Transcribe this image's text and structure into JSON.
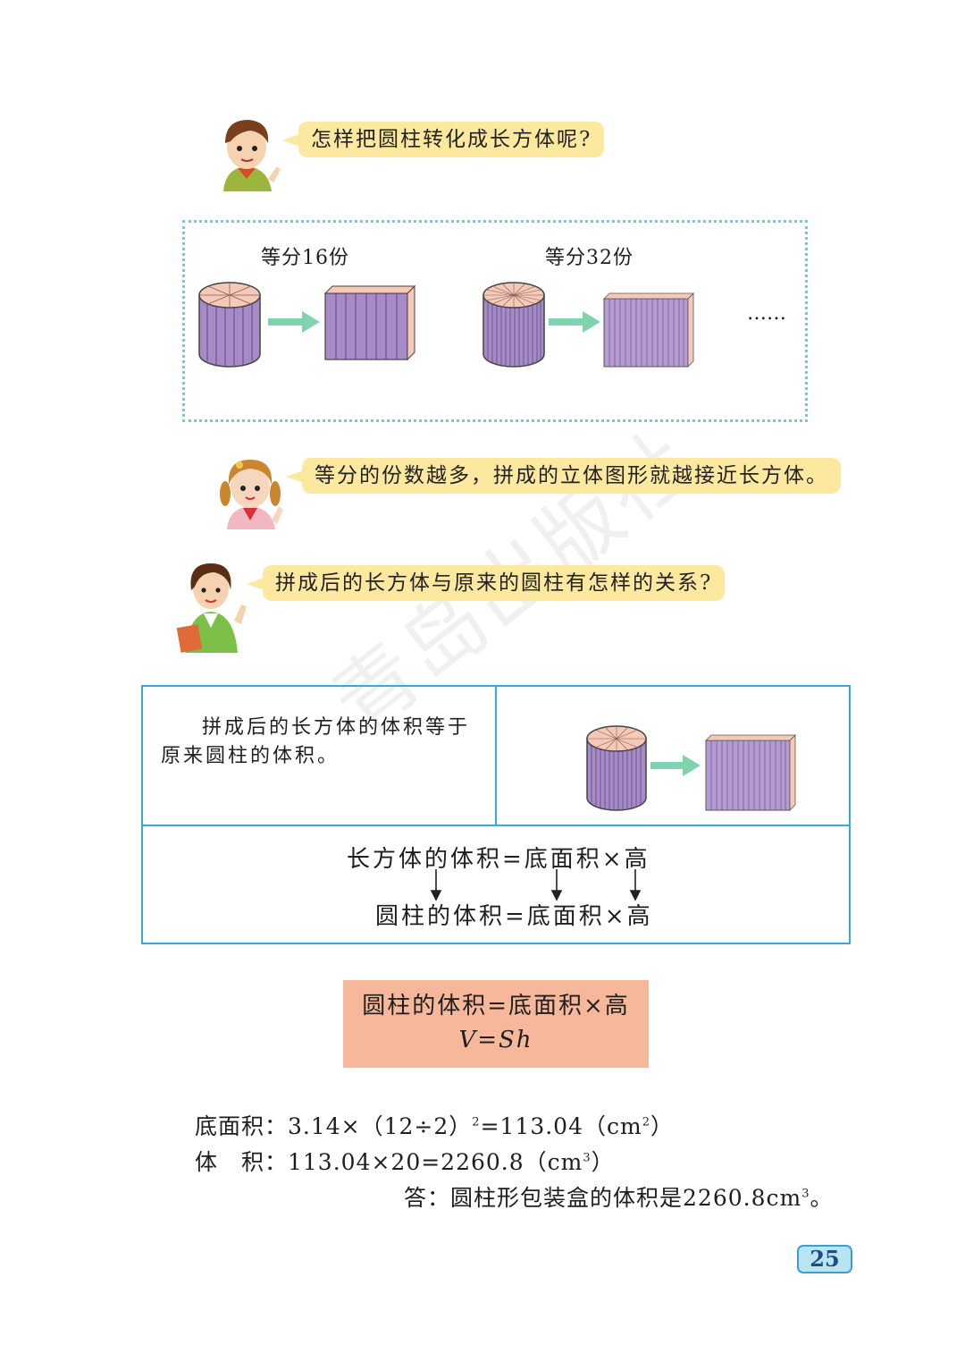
{
  "bubbles": {
    "b1": "怎样把圆柱转化成长方体呢?",
    "b2": "等分的份数越多，拼成的立体图形就越接近长方体。",
    "b3": "拼成后的长方体与原来的圆柱有怎样的关系?"
  },
  "diagram": {
    "label1": "等分16份",
    "label2": "等分32份",
    "ellipsis": "……"
  },
  "box": {
    "text_line1": "拼成后的长方体的体积等于",
    "text_line2": "原来圆柱的体积。",
    "formula1": "长方体的体积=底面积×高",
    "formula2": "圆柱的体积=底面积×高"
  },
  "summary": {
    "line1": "圆柱的体积=底面积×高",
    "line2": "V=Sh"
  },
  "calc": {
    "line1_a": "底面积：3.14×（12÷2）",
    "line1_sup": "2",
    "line1_b": "=113.04（cm",
    "line1_sup2": "2",
    "line1_c": "）",
    "line2_a": "体　积：113.04×20=2260.8（cm",
    "line2_sup": "3",
    "line2_b": "）",
    "answer_a": "答：圆柱形包装盒的体积是2260.8cm",
    "answer_sup": "3",
    "answer_b": "。"
  },
  "watermark": "青岛出版社",
  "page_number": "25",
  "colors": {
    "bubble": "#fde8a0",
    "cylinder": "#a78bc6",
    "arrow": "#7fd3b1",
    "frame": "#39a9dc",
    "summary": "#f7b79a"
  }
}
